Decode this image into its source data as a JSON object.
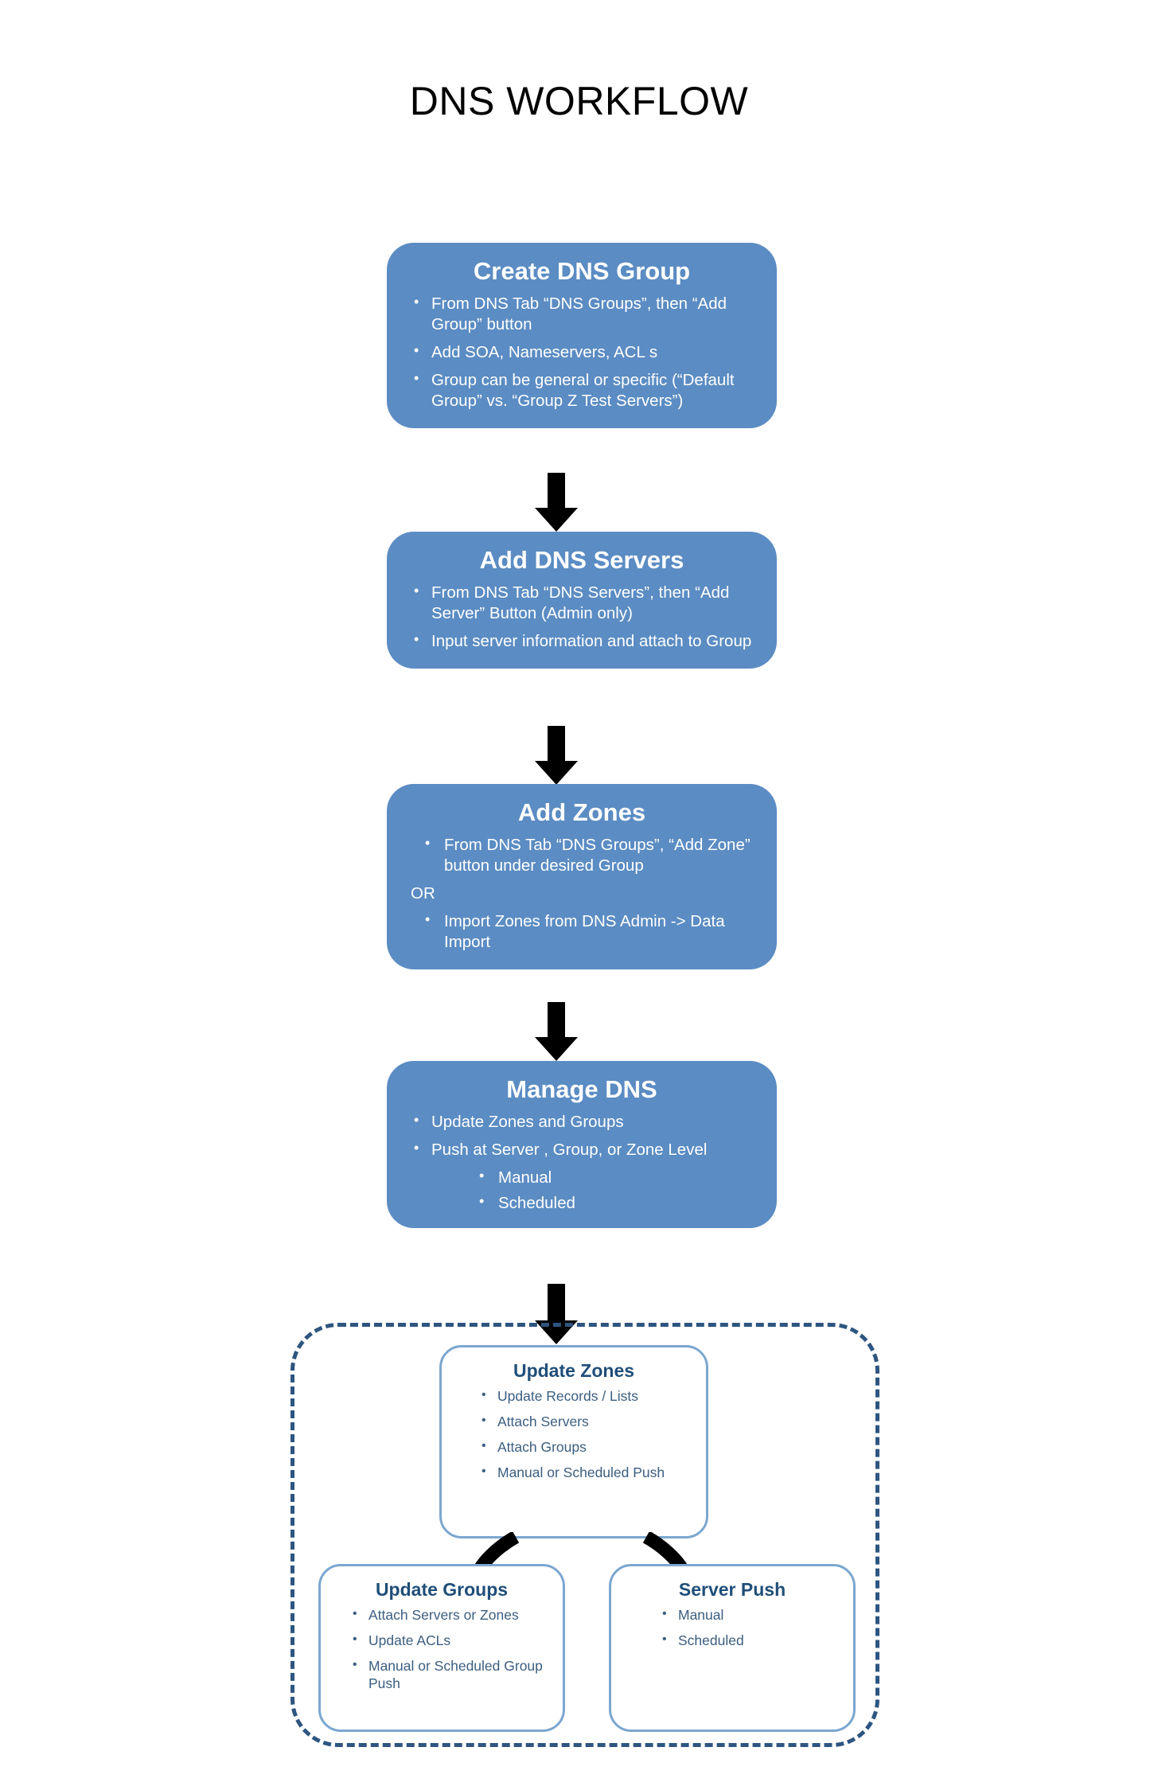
{
  "page": {
    "title": "DNS WORKFLOW",
    "accent_blue_fill": "#5B8CC3",
    "accent_blue_outline": "#7BA7D0",
    "dashed_border_color": "#2E5580",
    "subbox_title_color": "#1F4E79",
    "subbox_text_color": "#3B5E80",
    "arrow_color": "#000000",
    "background": "#FFFFFF"
  },
  "flow": {
    "stages": [
      {
        "id": "create-dns-group",
        "title": "Create DNS Group",
        "bullets": [
          "From DNS Tab “DNS Groups”, then “Add Group” button",
          "Add SOA, Nameservers, ACL s",
          "Group can be general or specific (“Default Group” vs. “Group Z Test Servers”)"
        ]
      },
      {
        "id": "add-dns-servers",
        "title": "Add DNS Servers",
        "bullets": [
          "From DNS Tab “DNS Servers”, then “Add Server” Button (Admin only)",
          "Input server information and attach to Group"
        ]
      },
      {
        "id": "add-zones",
        "title": "Add  Zones",
        "bullets": [
          "From DNS Tab “DNS Groups”, “Add Zone” button under desired Group",
          "OR",
          "Import Zones from DNS Admin -> Data Import"
        ]
      },
      {
        "id": "manage-dns",
        "title": "Manage DNS",
        "bullets": [
          "Update Zones and Groups",
          "Push at Server , Group, or Zone Level",
          "Manual",
          "Scheduled"
        ]
      }
    ],
    "detail_group": {
      "update_zones": {
        "title": "Update Zones",
        "bullets": [
          "Update Records / Lists",
          "Attach Servers",
          "Attach Groups",
          "Manual or Scheduled Push"
        ]
      },
      "update_groups": {
        "title": "Update Groups",
        "bullets": [
          "Attach Servers or Zones",
          "Update ACLs",
          "Manual or Scheduled Group Push"
        ]
      },
      "server_push": {
        "title": "Server Push",
        "bullets": [
          "Manual",
          "Scheduled"
        ]
      }
    }
  }
}
